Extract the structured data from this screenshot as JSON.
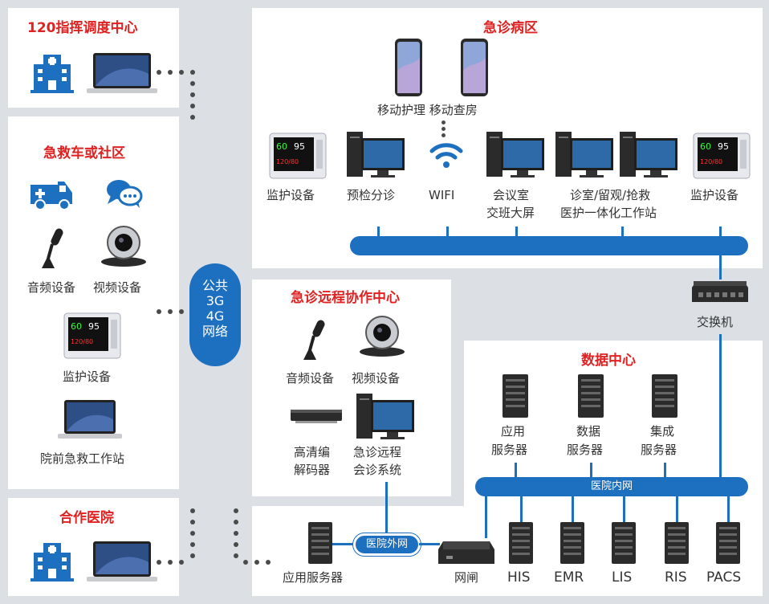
{
  "panels": {
    "dispatch": {
      "title": "120指挥调度中心"
    },
    "ambulance": {
      "title": "急救车或社区",
      "items": [
        "音频设备",
        "视频设备",
        "监护设备",
        "院前急救工作站"
      ]
    },
    "partner": {
      "title": "合作医院"
    },
    "ward": {
      "title": "急诊病区",
      "phones_label": "移动护理 移动查房",
      "items": [
        "监护设备",
        "预检分诊",
        "WIFI",
        "会议室",
        "交班大屏",
        "诊室/留观/抢救",
        "医护一体化工作站",
        "监护设备"
      ]
    },
    "remote": {
      "title": "急诊远程协作中心",
      "items": [
        "音频设备",
        "视频设备",
        "高清编",
        "解码器",
        "急诊远程",
        "会诊系统"
      ]
    },
    "datacenter": {
      "title": "数据中心",
      "servers": [
        "应用",
        "服务器",
        "数据",
        "服务器",
        "集成",
        "服务器"
      ],
      "intranet": "医院内网"
    },
    "bottom": {
      "app_server": "应用服务器",
      "extranet": "医院外网",
      "gateway": "网闸",
      "systems": [
        "HIS",
        "EMR",
        "LIS",
        "RIS",
        "PACS"
      ]
    }
  },
  "network": {
    "lines": [
      "公共",
      "3G",
      "4G",
      "网络"
    ]
  },
  "switch_label": "交换机",
  "monitor_readings": [
    "60",
    "95",
    "120/80"
  ]
}
